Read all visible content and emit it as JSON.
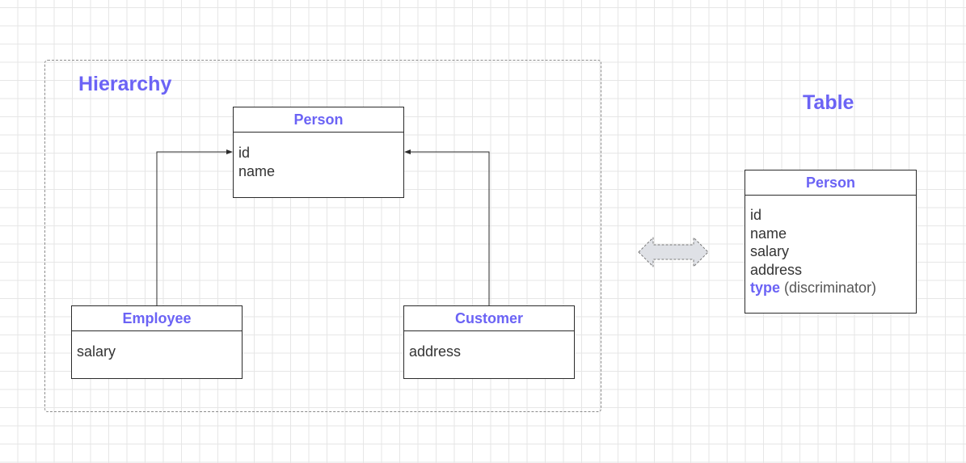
{
  "hierarchy": {
    "title": "Hierarchy",
    "person": {
      "name": "Person",
      "attributes": [
        "id",
        "name"
      ]
    },
    "employee": {
      "name": "Employee",
      "attributes": [
        "salary"
      ]
    },
    "customer": {
      "name": "Customer",
      "attributes": [
        "address"
      ]
    }
  },
  "table": {
    "title": "Table",
    "person": {
      "name": "Person",
      "attributes": [
        "id",
        "name",
        "salary",
        "address"
      ],
      "discriminator": {
        "keyword": "type",
        "note": "(discriminator)"
      }
    }
  },
  "colors": {
    "accent": "#6b63f5",
    "text": "#333333",
    "border": "#2b2b2b",
    "grid": "#e6e6e6",
    "mapping_arrow_fill": "#dfe1e6"
  },
  "icons": {
    "mapping": "double-headed-arrow-icon",
    "inheritance": "arrowhead-icon"
  }
}
